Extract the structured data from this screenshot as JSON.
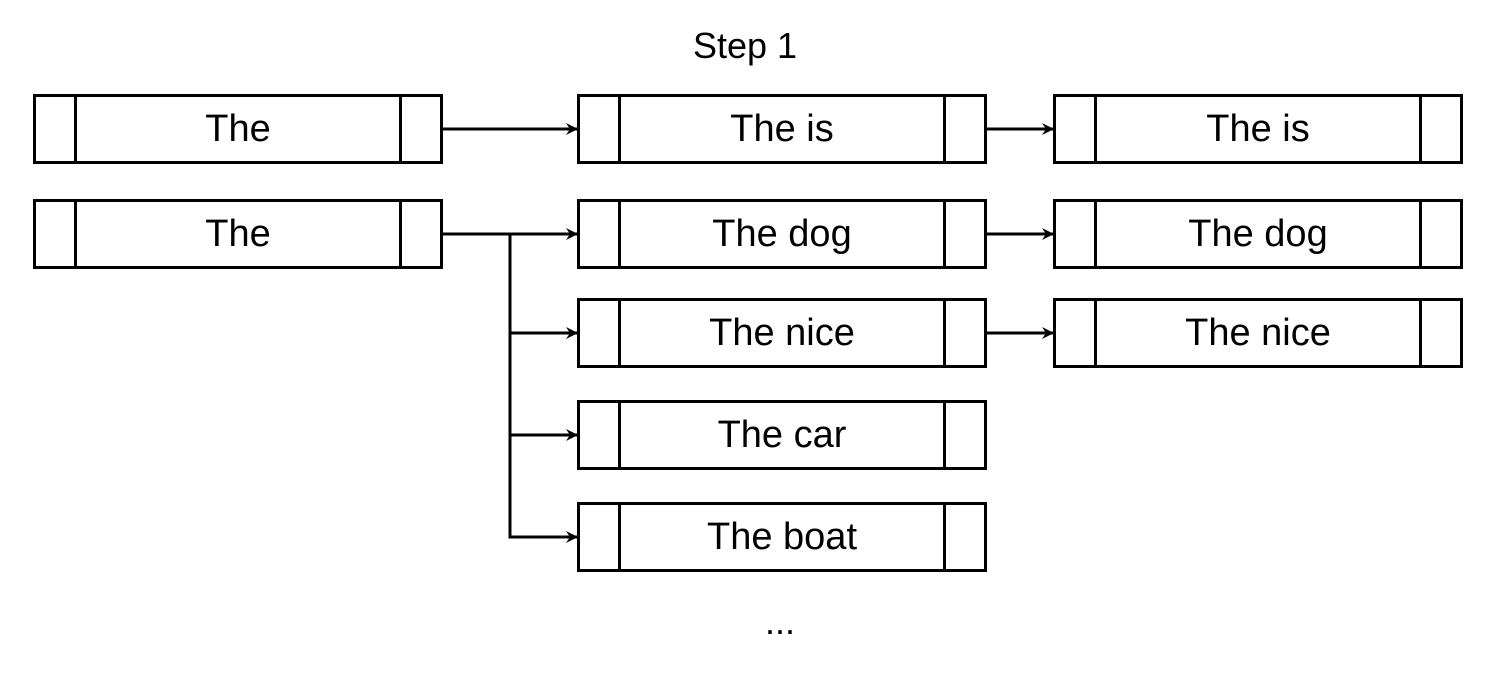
{
  "title": "Step 1",
  "ellipsis": "...",
  "columns": {
    "left": [
      {
        "text": "The"
      },
      {
        "text": "The"
      }
    ],
    "middle": [
      {
        "text": "The is"
      },
      {
        "text": "The dog"
      },
      {
        "text": "The nice"
      },
      {
        "text": "The car"
      },
      {
        "text": "The boat"
      }
    ],
    "right": [
      {
        "text": "The is"
      },
      {
        "text": "The dog"
      },
      {
        "text": "The nice"
      }
    ]
  },
  "edges": [
    {
      "from": "left.0",
      "to": "middle.0"
    },
    {
      "from": "left.1",
      "to": "middle.1"
    },
    {
      "from": "left.1",
      "to": "middle.2"
    },
    {
      "from": "left.1",
      "to": "middle.3"
    },
    {
      "from": "left.1",
      "to": "middle.4"
    },
    {
      "from": "middle.0",
      "to": "right.0"
    },
    {
      "from": "middle.1",
      "to": "right.1"
    },
    {
      "from": "middle.2",
      "to": "right.2"
    }
  ]
}
